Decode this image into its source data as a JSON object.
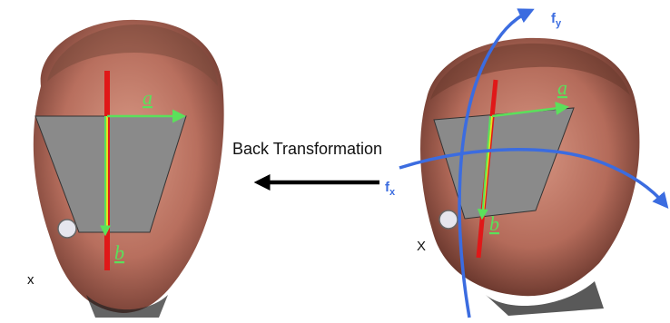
{
  "caption": "Back Transformation",
  "left_face": {
    "vector_a": "a",
    "vector_b": "b",
    "marker": "x"
  },
  "right_face": {
    "vector_a": "a",
    "vector_b": "b",
    "marker": "X",
    "axis_x": "f",
    "axis_x_sub": "x",
    "axis_y": "f",
    "axis_y_sub": "y"
  },
  "colors": {
    "red_line": "#e01818",
    "green_vector": "#5be05b",
    "yellow_vector": "#e8e020",
    "blue_axis": "#3b6ce0",
    "quad_fill": "#8a8a8a",
    "arrow": "#000000"
  }
}
